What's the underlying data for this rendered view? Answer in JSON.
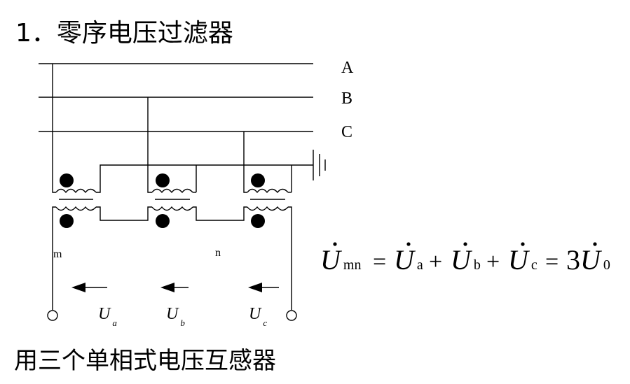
{
  "title": "1．零序电压过滤器",
  "caption": "用三个单相式电压互感器",
  "phases": [
    "A",
    "B",
    "C"
  ],
  "terminals": {
    "left": "m",
    "right": "n"
  },
  "voltages": [
    {
      "base": "U",
      "sub": "a"
    },
    {
      "base": "U",
      "sub": "b"
    },
    {
      "base": "U",
      "sub": "c"
    }
  ],
  "formula": {
    "lhs": {
      "base": "U",
      "sub": "mn"
    },
    "eq1": "=",
    "t1": {
      "base": "U",
      "sub": "a"
    },
    "plus1": "+",
    "t2": {
      "base": "U",
      "sub": "b"
    },
    "plus2": "+",
    "t3": {
      "base": "U",
      "sub": "c"
    },
    "eq2": "=",
    "coef": "3",
    "rhs": {
      "base": "U",
      "sub": "0"
    }
  }
}
